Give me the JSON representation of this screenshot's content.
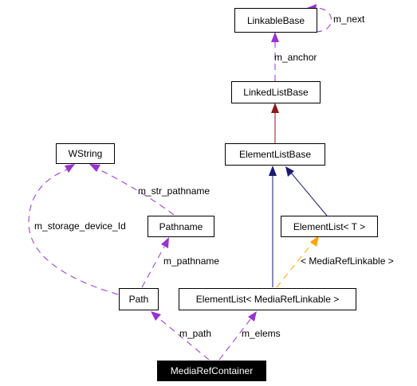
{
  "nodes": {
    "linkable_base": "LinkableBase",
    "linked_list_base": "LinkedListBase",
    "element_list_base": "ElementListBase",
    "wstring": "WString",
    "pathname": "Pathname",
    "element_list_t": "ElementList< T >",
    "path": "Path",
    "element_list_media": "ElementList< MediaRefLinkable >",
    "media_ref_container": "MediaRefContainer"
  },
  "edge_labels": {
    "m_next": "m_next",
    "m_anchor": "m_anchor",
    "m_str_pathname": "m_str_pathname",
    "m_storage_device_id": "m_storage_device_Id",
    "m_pathname": "m_pathname",
    "template_arg": "< MediaRefLinkable >",
    "m_path": "m_path",
    "m_elems": "m_elems"
  },
  "colors": {
    "usage": "#9a32cd",
    "inheritance_public": "#191970",
    "inheritance_derived": "#8b1a1a",
    "template": "#ffa500",
    "highlight_bg": "#000000"
  }
}
